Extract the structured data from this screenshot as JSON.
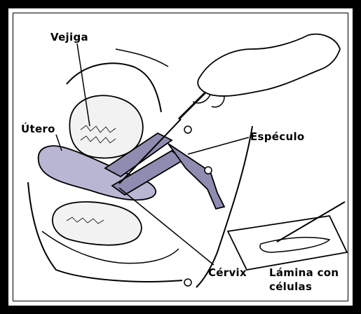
{
  "labels": {
    "vejiga": "Vejiga",
    "utero": "Útero",
    "especulo": "Espéculo",
    "cervix": "Cérvix",
    "lamina_line1": "Lámina con",
    "lamina_line2": "células"
  },
  "colors": {
    "frame": "#000000",
    "background": "#ffffff",
    "uterus_fill": "#b9b6d3",
    "speculum_fill": "#8e8cb0",
    "line": "#000000"
  }
}
